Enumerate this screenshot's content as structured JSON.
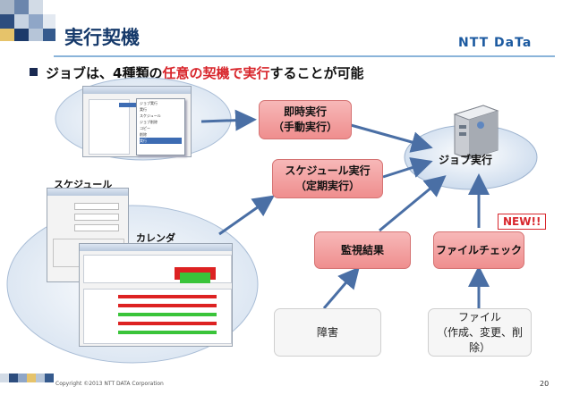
{
  "header": {
    "title": "実行契機",
    "brand": "NTT DaTa"
  },
  "bullet": {
    "pre": "ジョブは、4種類の",
    "highlight": "任意の契機で実行",
    "post": "することが可能"
  },
  "triggers": {
    "immediate": {
      "line1": "即時実行",
      "line2": "（手動実行）"
    },
    "schedule": {
      "line1": "スケジュール実行",
      "line2": "（定期実行）"
    },
    "monitor": "監視結果",
    "filecheck": "ファイルチェック",
    "failure": "障害",
    "file": {
      "line1": "ファイル",
      "line2": "（作成、変更、削除）"
    }
  },
  "target": "ジョブ実行",
  "badge": "NEW!!",
  "labels": {
    "scheduler": "スケジュール",
    "calendar": "カレンダ"
  },
  "screens": {
    "menu_items": [
      "ジョブ実行",
      "実行",
      "スケジュール",
      "ジョブ削除",
      "コピー",
      "削除",
      "実行"
    ]
  },
  "footer": {
    "copyright": "Copyright ©2013 NTT DATA Corporation",
    "page": "20"
  },
  "colors": {
    "pink": "#ef8e8e",
    "arrow": "#4a6fa5",
    "highlight": "#d8262c",
    "badge": "#d8262c"
  }
}
